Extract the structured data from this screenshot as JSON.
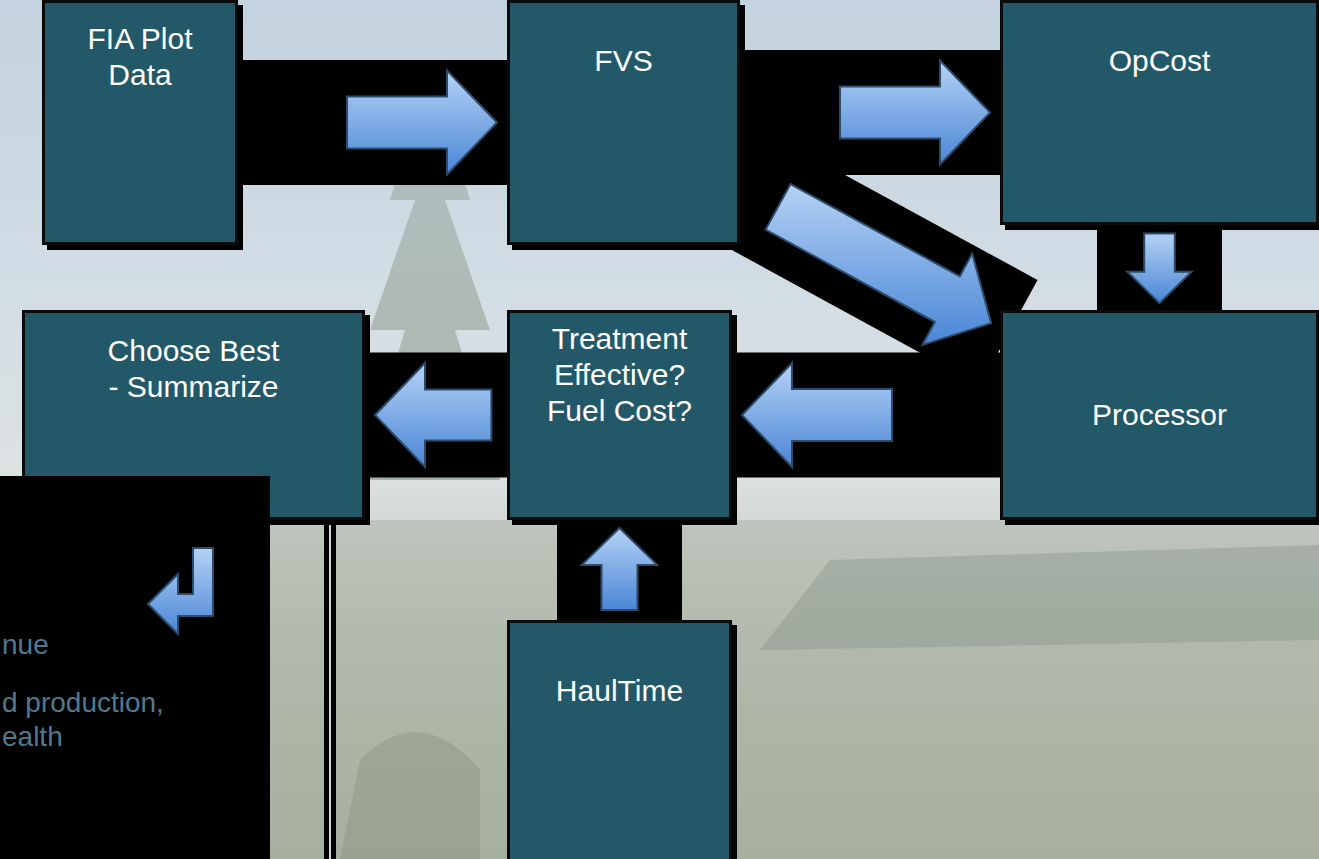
{
  "diagram": {
    "nodes": [
      {
        "text": [
          "FIA Plot Data"
        ]
      },
      {
        "text": [
          "FVS"
        ]
      },
      {
        "text": [
          "OpCost"
        ]
      },
      {
        "text": [
          "Choose Best - Summarize"
        ]
      },
      {
        "text": [
          "Treatment Effective? Fuel Cost?"
        ]
      },
      {
        "text": [
          "Processor"
        ]
      },
      {
        "text": [
          "HaulTime"
        ]
      }
    ],
    "edges": [
      {
        "from": 0,
        "to": 1,
        "arrow": "to"
      },
      {
        "from": 1,
        "to": 2,
        "arrow": "to"
      },
      {
        "from": 1,
        "to": 5,
        "arrow": "to"
      },
      {
        "from": 2,
        "to": 5,
        "arrow": "to"
      },
      {
        "from": 5,
        "to": 4,
        "arrow": "to"
      },
      {
        "from": 4,
        "to": 3,
        "arrow": "to"
      },
      {
        "from": 6,
        "to": 4,
        "arrow": "to"
      }
    ],
    "labels": [
      "nue",
      "d production,",
      "ealth"
    ]
  }
}
